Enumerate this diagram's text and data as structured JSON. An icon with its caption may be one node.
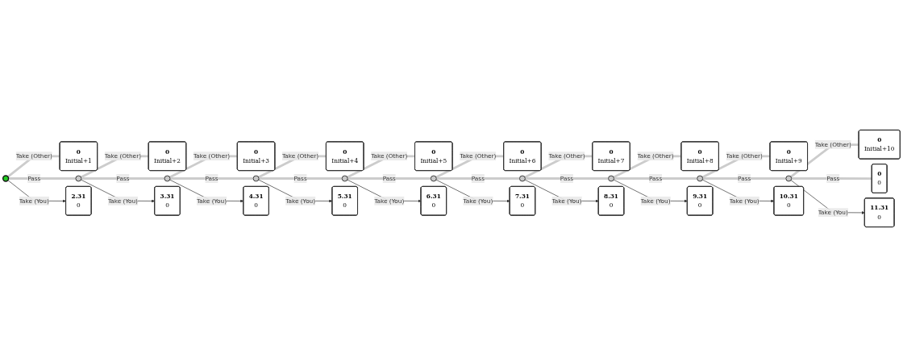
{
  "diagram": {
    "nodes": [
      {
        "text": [
          "0",
          "Initial+1"
        ]
      },
      {
        "text": [
          "0",
          "Initial+2"
        ]
      },
      {
        "text": [
          "0",
          "Initial+3"
        ]
      },
      {
        "text": [
          "0",
          "Initial+4"
        ]
      },
      {
        "text": [
          "0",
          "Initial+5"
        ]
      },
      {
        "text": [
          "0",
          "Initial+6"
        ]
      },
      {
        "text": [
          "0",
          "Initial+7"
        ]
      },
      {
        "text": [
          "0",
          "Initial+8"
        ]
      },
      {
        "text": [
          "0",
          "Initial+9"
        ]
      },
      {
        "text": [
          "0",
          "Initial+10"
        ]
      },
      {
        "text": [],
        "shape": "circle"
      },
      {
        "text": [],
        "shape": "circle"
      },
      {
        "text": [],
        "shape": "circle"
      },
      {
        "text": [],
        "shape": "circle"
      },
      {
        "text": [],
        "shape": "circle"
      },
      {
        "text": [],
        "shape": "circle"
      },
      {
        "text": [],
        "shape": "circle"
      },
      {
        "text": [],
        "shape": "circle"
      },
      {
        "text": [],
        "shape": "circle"
      },
      {
        "text": [],
        "shape": "circle"
      },
      {
        "text": [
          "0",
          "0"
        ]
      },
      {
        "text": [
          "2.31",
          "0"
        ]
      },
      {
        "text": [
          "3.31",
          "0"
        ]
      },
      {
        "text": [
          "4.31",
          "0"
        ]
      },
      {
        "text": [
          "5.31",
          "0"
        ]
      },
      {
        "text": [
          "6.31",
          "0"
        ]
      },
      {
        "text": [
          "7.31",
          "0"
        ]
      },
      {
        "text": [
          "8.31",
          "0"
        ]
      },
      {
        "text": [
          "9.31",
          "0"
        ]
      },
      {
        "text": [
          "10.31",
          "0"
        ]
      },
      {
        "text": [
          "11.31",
          "0"
        ]
      }
    ],
    "edges": [
      {
        "from": 10,
        "to": 0,
        "label": "Take (Other)",
        "arrow": "none"
      },
      {
        "from": 10,
        "to": 11,
        "label": "Pass",
        "arrow": "none"
      },
      {
        "from": 10,
        "to": 21,
        "label": "Take (You)",
        "arrow": "to",
        "color": "#333333"
      },
      {
        "from": 11,
        "to": 1,
        "label": "Take (Other)",
        "arrow": "none"
      },
      {
        "from": 11,
        "to": 12,
        "label": "Pass",
        "arrow": "none"
      },
      {
        "from": 11,
        "to": 22,
        "label": "Take (You)",
        "arrow": "to",
        "color": "#333333"
      },
      {
        "from": 12,
        "to": 2,
        "label": "Take (Other)",
        "arrow": "none"
      },
      {
        "from": 12,
        "to": 13,
        "label": "Pass",
        "arrow": "none"
      },
      {
        "from": 12,
        "to": 23,
        "label": "Take (You)",
        "arrow": "to",
        "color": "#333333"
      },
      {
        "from": 13,
        "to": 3,
        "label": "Take (Other)",
        "arrow": "none"
      },
      {
        "from": 13,
        "to": 14,
        "label": "Pass",
        "arrow": "none"
      },
      {
        "from": 13,
        "to": 24,
        "label": "Take (You)",
        "arrow": "to",
        "color": "#333333"
      },
      {
        "from": 14,
        "to": 4,
        "label": "Take (Other)",
        "arrow": "none"
      },
      {
        "from": 14,
        "to": 15,
        "label": "Pass",
        "arrow": "none"
      },
      {
        "from": 14,
        "to": 25,
        "label": "Take (You)",
        "arrow": "to",
        "color": "#333333"
      },
      {
        "from": 15,
        "to": 5,
        "label": "Take (Other)",
        "arrow": "none"
      },
      {
        "from": 15,
        "to": 16,
        "label": "Pass",
        "arrow": "none"
      },
      {
        "from": 15,
        "to": 26,
        "label": "Take (You)",
        "arrow": "to",
        "color": "#333333"
      },
      {
        "from": 16,
        "to": 6,
        "label": "Take (Other)",
        "arrow": "none"
      },
      {
        "from": 16,
        "to": 17,
        "label": "Pass",
        "arrow": "none"
      },
      {
        "from": 16,
        "to": 27,
        "label": "Take (You)",
        "arrow": "to",
        "color": "#333333"
      },
      {
        "from": 17,
        "to": 7,
        "label": "Take (Other)",
        "arrow": "none"
      },
      {
        "from": 17,
        "to": 18,
        "label": "Pass",
        "arrow": "none"
      },
      {
        "from": 17,
        "to": 28,
        "label": "Take (You)",
        "arrow": "to",
        "color": "#333333"
      },
      {
        "from": 18,
        "to": 8,
        "label": "Take (Other)",
        "arrow": "none"
      },
      {
        "from": 18,
        "to": 19,
        "label": "Pass",
        "arrow": "none"
      },
      {
        "from": 18,
        "to": 29,
        "label": "Take (You)",
        "arrow": "to",
        "color": "#333333"
      },
      {
        "from": 19,
        "to": 9,
        "label": "Take (Other)",
        "arrow": "none"
      },
      {
        "from": 19,
        "to": 20,
        "label": "Pass",
        "arrow": "none"
      },
      {
        "from": 19,
        "to": 30,
        "label": "Take (You)",
        "arrow": "to",
        "color": "#333333"
      }
    ]
  }
}
